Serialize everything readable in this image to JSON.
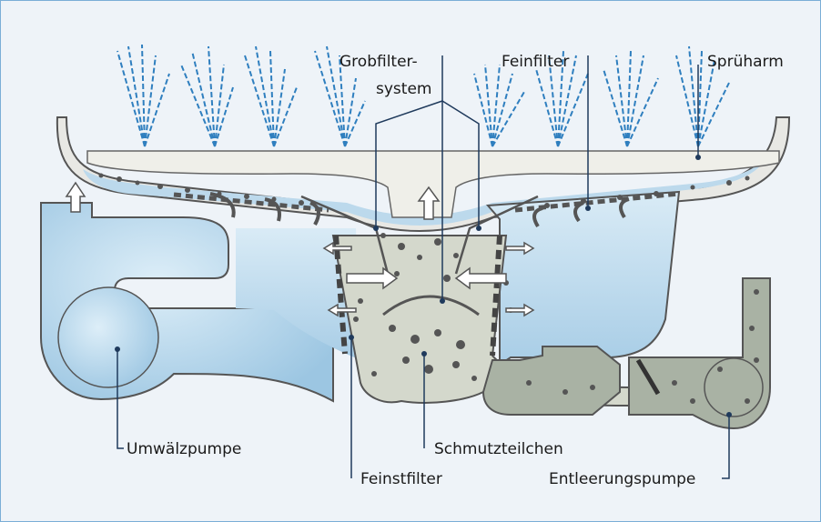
{
  "labels": {
    "grobfilter_line1": "Grobfilter-",
    "grobfilter_line2": "system",
    "feinfilter": "Feinfilter",
    "spruearm": "Sprüharm",
    "umwaelzpumpe": "Umwälzpumpe",
    "schmutzteilchen": "Schmutzteilchen",
    "feinstfilter": "Feinstfilter",
    "entleerungspumpe": "Entleerungspumpe"
  },
  "colors": {
    "background": "#eef3f8",
    "frame": "#7aaed6",
    "water": "#bcd9ec",
    "housing": "#ececea",
    "sludge": "#d4d8cc",
    "drain": "#a9b2a4",
    "outline": "#555555",
    "leader": "#1f3a5c",
    "spray": "#2f7fbf"
  }
}
